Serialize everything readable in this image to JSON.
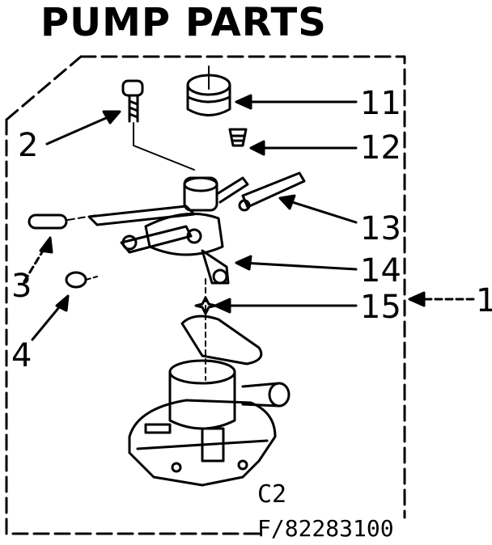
{
  "title": "PUMP PARTS",
  "callouts": {
    "c1": "1",
    "c2": "2",
    "c3": "3",
    "c4": "4",
    "c11": "11",
    "c12": "12",
    "c13": "13",
    "c14": "14",
    "c15": "15"
  },
  "diagram_code": "C2",
  "figure_number": "F/82283100"
}
